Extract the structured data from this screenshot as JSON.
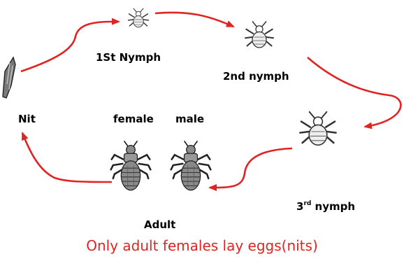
{
  "diagram": {
    "stages": {
      "nit": "Nit",
      "first_nymph": "1St Nymph",
      "second_nymph": "2nd nymph",
      "third_nymph_prefix": "3",
      "third_nymph_superscript": "rd",
      "third_nymph_suffix": " nymph",
      "female": "female",
      "male": "male",
      "adult": "Adult"
    },
    "caption": "Only adult females lay eggs(nits)",
    "colors": {
      "arrow": "#e32222",
      "caption": "#e32222",
      "text": "#000000",
      "insect_body": "#8a8a8a",
      "insect_outline": "#222222"
    }
  }
}
